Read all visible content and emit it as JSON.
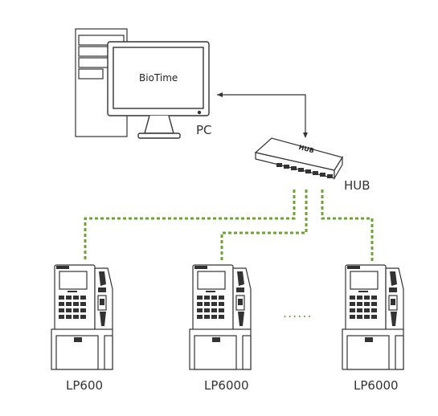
{
  "pc": {
    "label": "PC",
    "screen_text": "BioTime"
  },
  "hub": {
    "label": "HUB",
    "body_text": "HUB"
  },
  "devices": [
    {
      "label": "LP600"
    },
    {
      "label": "LP6000"
    },
    {
      "label": "LP6000"
    }
  ],
  "ellipsis": "......",
  "colors": {
    "line": "#333333",
    "network_link": "#6aa52e"
  }
}
